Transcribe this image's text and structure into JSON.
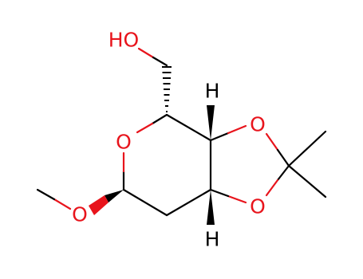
{
  "molecule": {
    "labels": {
      "hydroxyl": "HO",
      "ring_oxygen": "O",
      "dioxolane_oxygen_top": "O",
      "dioxolane_oxygen_bottom": "O",
      "methoxy_oxygen": "O",
      "hydrogen_top": "H",
      "hydrogen_bottom": "H"
    },
    "colors": {
      "oxygen": "#e8141c",
      "carbon_bond": "#000000",
      "hydrogen": "#000000"
    }
  }
}
